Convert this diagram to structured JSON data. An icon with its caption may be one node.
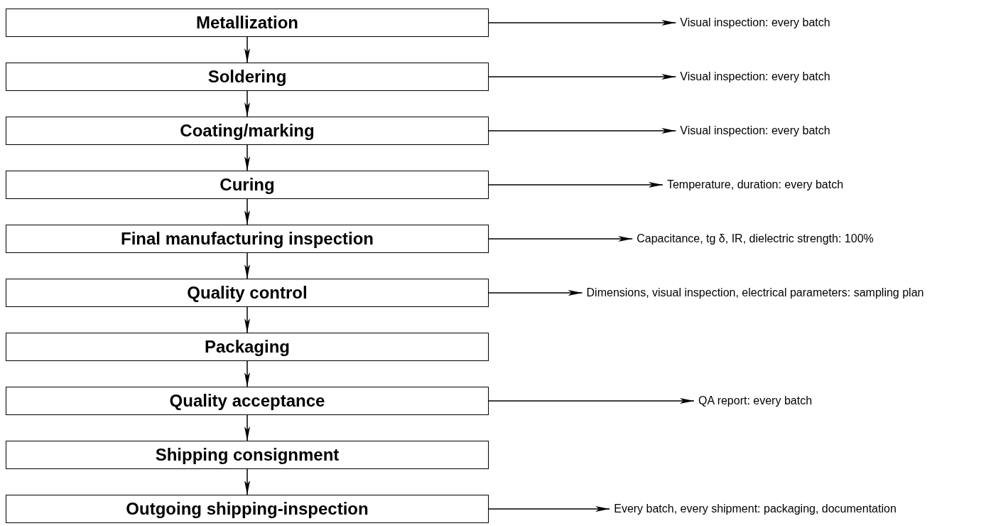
{
  "diagram": {
    "nodes": [
      {
        "text": [
          "Metallization"
        ]
      },
      {
        "text": [
          "Visual inspection: every batch"
        ]
      },
      {
        "text": [
          "Soldering"
        ]
      },
      {
        "text": [
          "Visual inspection: every batch"
        ]
      },
      {
        "text": [
          "Coating/marking"
        ]
      },
      {
        "text": [
          "Visual inspection: every batch"
        ]
      },
      {
        "text": [
          "Curing"
        ]
      },
      {
        "text": [
          "Temperature, duration: every batch"
        ]
      },
      {
        "text": [
          "Final manufacturing inspection"
        ]
      },
      {
        "text": [
          "Capacitance, tg δ, IR, dielectric strength: 100%"
        ]
      },
      {
        "text": [
          "Quality control"
        ]
      },
      {
        "text": [
          "Dimensions, visual inspection, electrical parameters: sampling plan"
        ]
      },
      {
        "text": [
          "Packaging"
        ]
      },
      {
        "text": [
          "Quality acceptance"
        ]
      },
      {
        "text": [
          "QA report: every batch"
        ]
      },
      {
        "text": [
          "Shipping consignment"
        ]
      },
      {
        "text": [
          "Outgoing shipping-inspection"
        ]
      },
      {
        "text": [
          "Every batch, every shipment: packaging, documentation"
        ]
      }
    ],
    "edges": [
      {
        "from": 0,
        "to": 2,
        "arrow": "to"
      },
      {
        "from": 2,
        "to": 4,
        "arrow": "to"
      },
      {
        "from": 4,
        "to": 6,
        "arrow": "to"
      },
      {
        "from": 6,
        "to": 8,
        "arrow": "to"
      },
      {
        "from": 8,
        "to": 10,
        "arrow": "to"
      },
      {
        "from": 10,
        "to": 12,
        "arrow": "to"
      },
      {
        "from": 12,
        "to": 13,
        "arrow": "to"
      },
      {
        "from": 13,
        "to": 15,
        "arrow": "to"
      },
      {
        "from": 15,
        "to": 16,
        "arrow": "to"
      },
      {
        "from": 0,
        "to": 1,
        "arrow": "to"
      },
      {
        "from": 2,
        "to": 3,
        "arrow": "to"
      },
      {
        "from": 4,
        "to": 5,
        "arrow": "to"
      },
      {
        "from": 6,
        "to": 7,
        "arrow": "to"
      },
      {
        "from": 8,
        "to": 9,
        "arrow": "to"
      },
      {
        "from": 10,
        "to": 11,
        "arrow": "to"
      },
      {
        "from": 13,
        "to": 14,
        "arrow": "to"
      },
      {
        "from": 16,
        "to": 17,
        "arrow": "to"
      }
    ]
  }
}
